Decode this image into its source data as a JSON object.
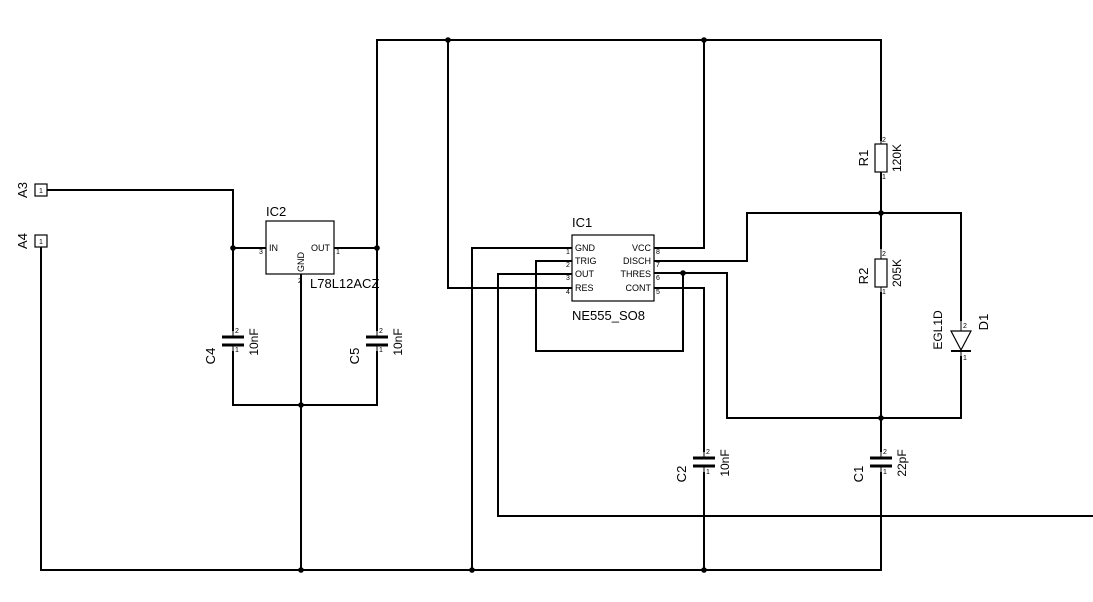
{
  "connectors": {
    "a3": "A3",
    "a4": "A4",
    "pin": "1"
  },
  "ic2": {
    "ref": "IC2",
    "value": "L78L12ACZ",
    "pin_in": "IN",
    "pin_out": "OUT",
    "pin_gnd": "GND",
    "num_in": "3",
    "num_out": "1",
    "num_gnd": "2"
  },
  "ic1": {
    "ref": "IC1",
    "value": "NE555_SO8",
    "left_pins": [
      {
        "name": "GND",
        "num": "1"
      },
      {
        "name": "TRIG",
        "num": "2"
      },
      {
        "name": "OUT",
        "num": "3"
      },
      {
        "name": "RES",
        "num": "4"
      }
    ],
    "right_pins": [
      {
        "name": "VCC",
        "num": "8"
      },
      {
        "name": "DISCH",
        "num": "7"
      },
      {
        "name": "THRES",
        "num": "6"
      },
      {
        "name": "CONT",
        "num": "5"
      }
    ]
  },
  "c4": {
    "ref": "C4",
    "value": "10nF"
  },
  "c5": {
    "ref": "C5",
    "value": "10nF"
  },
  "c2": {
    "ref": "C2",
    "value": "10nF"
  },
  "c1": {
    "ref": "C1",
    "value": "22pF"
  },
  "r1": {
    "ref": "R1",
    "value": "120K"
  },
  "r2": {
    "ref": "R2",
    "value": "205K"
  },
  "d1": {
    "ref": "D1",
    "value": "EGL1D"
  },
  "pin_numbers": {
    "one": "1",
    "two": "2"
  }
}
